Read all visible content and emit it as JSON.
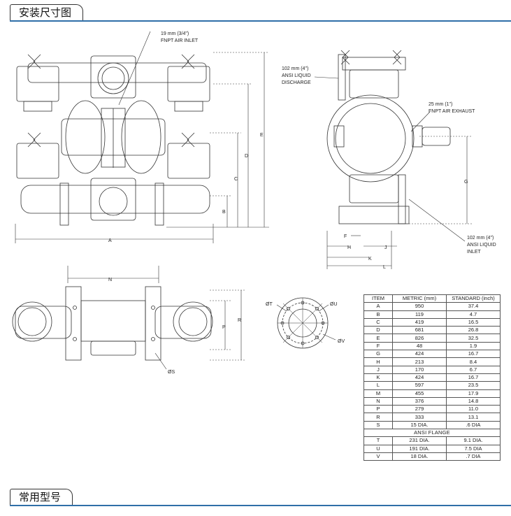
{
  "sections": {
    "install_title": "安装尺寸图",
    "models_title": "常用型号"
  },
  "labels": {
    "air_inlet": [
      "19 mm (3/4\")",
      "FNPT AIR INLET"
    ],
    "discharge": [
      "102 mm (4\")",
      "ANSI LIQUID",
      "DISCHARGE"
    ],
    "air_exhaust": [
      "25 mm (1\")",
      "FNPT AIR EXHAUST"
    ],
    "liquid_inlet": [
      "102 mm (4\")",
      "ANSI LIQUID",
      "INLET"
    ],
    "dims": {
      "A": "A",
      "B": "B",
      "C": "C",
      "D": "D",
      "E": "E",
      "F": "F",
      "G": "G",
      "H": "H",
      "J": "J",
      "K": "K",
      "L": "L",
      "N": "N",
      "P": "P",
      "R": "R",
      "S": "ØS",
      "T": "ØT",
      "U": "ØU",
      "V": "ØV"
    }
  },
  "table": {
    "headers": [
      "ITEM",
      "METRIC (mm)",
      "STANDARD (inch)"
    ],
    "rows": [
      [
        "A",
        "950",
        "37.4"
      ],
      [
        "B",
        "119",
        "4.7"
      ],
      [
        "C",
        "419",
        "16.5"
      ],
      [
        "D",
        "681",
        "26.8"
      ],
      [
        "E",
        "826",
        "32.5"
      ],
      [
        "F",
        "48",
        "1.9"
      ],
      [
        "G",
        "424",
        "16.7"
      ],
      [
        "H",
        "213",
        "8.4"
      ],
      [
        "J",
        "170",
        "6.7"
      ],
      [
        "K",
        "424",
        "16.7"
      ],
      [
        "L",
        "597",
        "23.5"
      ],
      [
        "M",
        "455",
        "17.9"
      ],
      [
        "N",
        "376",
        "14.8"
      ],
      [
        "P",
        "279",
        "11.0"
      ],
      [
        "R",
        "333",
        "13.1"
      ],
      [
        "S",
        "15 DIA.",
        ".6 DIA"
      ]
    ],
    "subheader": "ANSI FLANGE",
    "flange_rows": [
      [
        "T",
        "231 DIA.",
        "9.1 DIA."
      ],
      [
        "U",
        "191 DIA.",
        "7.5 DIA"
      ],
      [
        "V",
        "18 DIA.",
        ".7 DIA"
      ]
    ]
  },
  "colors": {
    "accent_line": "#2f6fa8",
    "drawing_stroke": "#333333"
  }
}
